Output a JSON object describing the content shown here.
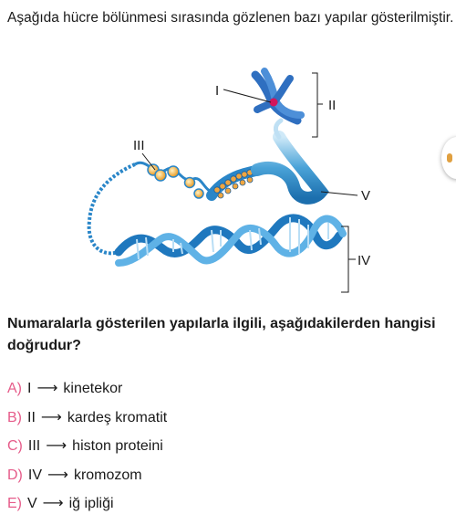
{
  "intro_text": "Aşağıda hücre bölünmesi sırasında gözlenen bazı yapılar gösterilmiştir.",
  "figure": {
    "labels": {
      "I": "I",
      "II": "II",
      "III": "III",
      "IV": "IV",
      "V": "V"
    },
    "colors": {
      "dna_blue": "#2a86c8",
      "dna_light": "#9fd0ee",
      "chromosome": "#2f6fc0",
      "centromere": "#d4145a",
      "histone": "#f0a640"
    }
  },
  "question_text": "Numaralarla gösterilen yapılarla ilgili, aşağıdakilerden hangisi doğrudur?",
  "arrow": "⟶",
  "options": [
    {
      "letter": "A)",
      "roman": "I",
      "answer": "kinetekor"
    },
    {
      "letter": "B)",
      "roman": "II",
      "answer": "kardeş kromatit"
    },
    {
      "letter": "C)",
      "roman": "III",
      "answer": "histon proteini"
    },
    {
      "letter": "D)",
      "roman": "IV",
      "answer": "kromozom"
    },
    {
      "letter": "E)",
      "roman": "V",
      "answer": "iğ ipliği"
    }
  ]
}
